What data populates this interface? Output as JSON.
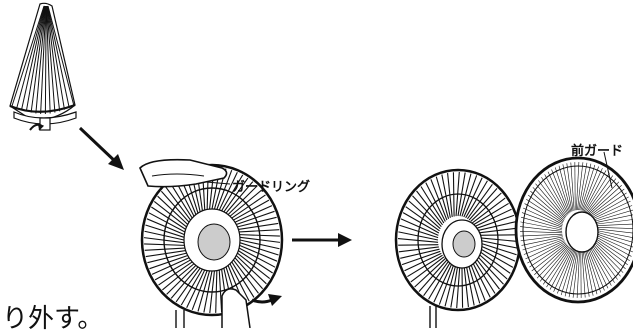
{
  "labels": {
    "guard_ring": "ガードリング",
    "front_guard": "前ガード",
    "caption": "り外す。"
  },
  "colors": {
    "ink": "#111111",
    "hub": "#cccccc",
    "background": "#ffffff"
  },
  "icons": [
    "removed-guard-ring-icon",
    "direction-arrow-icon",
    "fan-with-hand-icon",
    "fan-without-guard-icon",
    "front-guard-icon"
  ]
}
